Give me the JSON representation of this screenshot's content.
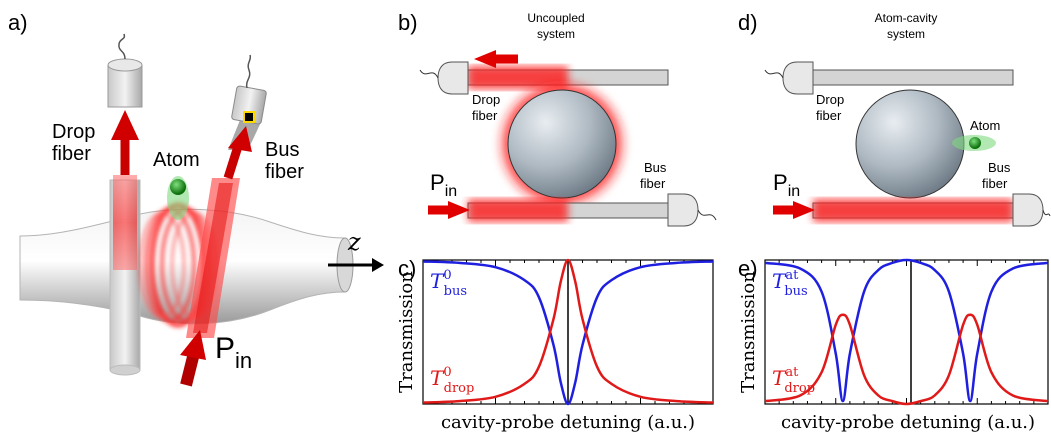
{
  "panels": {
    "a": {
      "letter": "a)",
      "drop_fiber": [
        "Drop",
        "fiber"
      ],
      "atom": "Atom",
      "bus_fiber": [
        "Bus",
        "fiber"
      ],
      "pin_main": "P",
      "pin_sub": "in",
      "z_axis": "z"
    },
    "b": {
      "letter": "b)",
      "title": [
        "Uncoupled",
        "system"
      ],
      "drop_fiber": [
        "Drop",
        "fiber"
      ],
      "bus_fiber": [
        "Bus",
        "fiber"
      ],
      "pin_main": "P",
      "pin_sub": "in"
    },
    "d": {
      "letter": "d)",
      "title": [
        "Atom-cavity",
        "system"
      ],
      "drop_fiber": [
        "Drop",
        "fiber"
      ],
      "bus_fiber": [
        "Bus",
        "fiber"
      ],
      "atom": "Atom",
      "pin_main": "P",
      "pin_sub": "in"
    },
    "c": {
      "letter": "c)",
      "ylabel": "Transmission",
      "xlabel": "cavity-probe detuning (a.u.)",
      "bus_label": {
        "main": "T",
        "sup": "0",
        "sub": "bus"
      },
      "drop_label": {
        "main": "T",
        "sup": "0",
        "sub": "drop"
      }
    },
    "e": {
      "letter": "e)",
      "ylabel": "Transmission",
      "xlabel": "cavity-probe detuning (a.u.)",
      "bus_label": {
        "main": "T",
        "sup": "at",
        "sub": "bus"
      },
      "drop_label": {
        "main": "T",
        "sup": "at",
        "sub": "drop"
      }
    }
  },
  "colors": {
    "bus": "#1f1fe0",
    "drop": "#e01919",
    "fiber_gray": "#d4d4d4",
    "atom_green": "#1aa01a"
  },
  "chart_data": [
    {
      "type": "line",
      "panel": "c",
      "xlabel": "cavity-probe detuning (a.u.)",
      "ylabel": "Transmission",
      "xlim": [
        -1,
        1
      ],
      "ylim": [
        0,
        1
      ],
      "x": [
        -1,
        -0.75,
        -0.5,
        -0.3,
        -0.2,
        -0.1,
        -0.05,
        0,
        0.05,
        0.1,
        0.2,
        0.3,
        0.5,
        0.75,
        1
      ],
      "series": [
        {
          "name": "T_bus^0",
          "color": "#1f1fe0",
          "values": [
            0.99,
            0.98,
            0.95,
            0.86,
            0.74,
            0.41,
            0.15,
            0.0,
            0.15,
            0.41,
            0.74,
            0.86,
            0.95,
            0.98,
            0.99
          ]
        },
        {
          "name": "T_drop^0",
          "color": "#e01919",
          "values": [
            0.01,
            0.02,
            0.05,
            0.14,
            0.26,
            0.59,
            0.85,
            1.0,
            0.85,
            0.59,
            0.26,
            0.14,
            0.05,
            0.02,
            0.01
          ]
        }
      ]
    },
    {
      "type": "line",
      "panel": "e",
      "xlabel": "cavity-probe detuning (a.u.)",
      "ylabel": "Transmission",
      "xlim": [
        -1,
        1
      ],
      "ylim": [
        0,
        1
      ],
      "x": [
        -1,
        -0.75,
        -0.6,
        -0.5,
        -0.45,
        -0.4,
        -0.3,
        -0.2,
        -0.1,
        0,
        0.1,
        0.2,
        0.3,
        0.4,
        0.45,
        0.5,
        0.6,
        0.75,
        1
      ],
      "series": [
        {
          "name": "T_bus^at",
          "color": "#1f1fe0",
          "values": [
            0.98,
            0.94,
            0.78,
            0.35,
            0.02,
            0.35,
            0.78,
            0.93,
            0.98,
            1.0,
            0.98,
            0.93,
            0.78,
            0.35,
            0.02,
            0.35,
            0.78,
            0.94,
            0.98
          ]
        },
        {
          "name": "T_drop^at",
          "color": "#e01919",
          "values": [
            0.02,
            0.06,
            0.22,
            0.55,
            0.62,
            0.55,
            0.2,
            0.06,
            0.02,
            0.0,
            0.02,
            0.06,
            0.2,
            0.55,
            0.62,
            0.55,
            0.22,
            0.06,
            0.02
          ]
        }
      ]
    }
  ]
}
